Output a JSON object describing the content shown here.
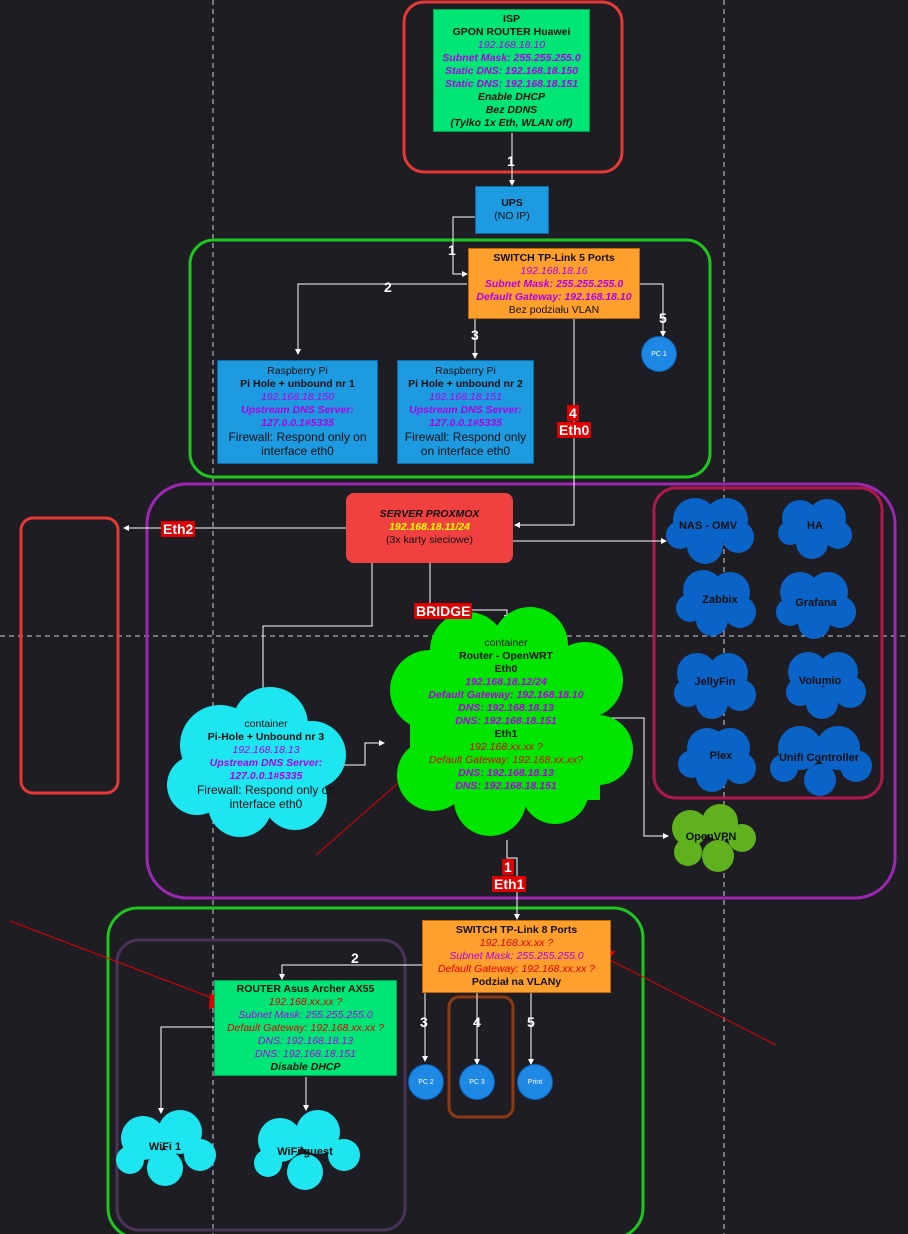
{
  "isp": {
    "lines": [
      "ISP",
      "GPON ROUTER Huawei",
      "192.168.18.10",
      "Subnet Mask: 255.255.255.0",
      "Static DNS: 192.168.18.150",
      "Static DNS: 192.168.18.151",
      "Enable DHCP",
      "Bez DDNS",
      "(Tylko 1x Eth, WLAN off)"
    ]
  },
  "ups": {
    "title": "UPS",
    "sub": "(NO IP)"
  },
  "switch5": {
    "lines": [
      "SWITCH TP-Link 5 Ports",
      "192.168.18.16",
      "Subnet Mask: 255.255.255.0",
      "Default Gateway: 192.168.18.10",
      "Bez podziału VLAN"
    ]
  },
  "pi1": {
    "lines": [
      "Raspberry Pi",
      "Pi Hole + unbound nr 1",
      "192.168.18.150",
      "Upstream DNS Server:",
      "127.0.0.1#5335",
      "Firewall: Respond only on interface eth0"
    ]
  },
  "pi2": {
    "lines": [
      "Raspberry Pi",
      "Pi Hole + unbound nr 2",
      "192.168.18.151",
      "Upstream DNS Server:",
      "127.0.0.1#5335",
      "Firewall: Respond only on interface eth0"
    ]
  },
  "pc1": "PC 1",
  "proxmox": {
    "title": "SERVER PROXMOX",
    "ip": "192.168.18.11/24",
    "sub": "(3x karty sieciowe)"
  },
  "tags": {
    "eth2": "Eth2",
    "eth0": "Eth0",
    "bridge": "BRIDGE",
    "eth1": "Eth1",
    "n4": "4",
    "n1": "1"
  },
  "nums": {
    "a": "1",
    "b": "1",
    "c": "2",
    "d": "3",
    "e": "5",
    "f": "2",
    "g": "3",
    "h": "4",
    "i": "5"
  },
  "vms": [
    "NAS - OMV",
    "HA",
    "Zabbix",
    "Grafana",
    "JellyFin",
    "Volumio",
    "Plex",
    "Unifi Controller"
  ],
  "openvpn": "OpenVPN",
  "pihole3": {
    "lines": [
      "container",
      "Pi-Hole + Unbound nr 3",
      "192.168.18.13",
      "Upstream DNS Server:",
      "127.0.0.1#5335",
      "Firewall: Respond only on interface eth0"
    ]
  },
  "openwrt": {
    "lines": [
      "container",
      "Router - OpenWRT",
      "Eth0",
      "192.168.18.12/24",
      "Default Gateway: 192.168.18.10",
      "DNS: 192.168.18.13",
      "DNS: 192.168.18.151",
      "Eth1",
      "192.168.xx.xx ?",
      "Default Gateway: 192.168.xx.xx?",
      "DNS: 192.168.18.13",
      "DNS: 192.168.18.151"
    ]
  },
  "switch8": {
    "lines": [
      "SWITCH TP-Link 8 Ports",
      "192.168.xx.xx ?",
      "Subnet Mask: 255.255.255.0",
      "Default Gateway: 192.168.xx.xx ?",
      "Podział na VLANy"
    ]
  },
  "asus": {
    "lines": [
      "ROUTER Asus Archer AX55",
      "192.168.xx.xx ?",
      "Subnet Mask: 255.255.255.0",
      "Default Gateway: 192.168.xx.xx ?",
      "DNS: 192.168.18.13",
      "DNS: 192.168.18.151",
      "Disable DHCP"
    ]
  },
  "pc2": "PC 2",
  "pc3": "PC 3",
  "print": "Print",
  "wifi1": "WiFi 1",
  "wifiguest": "WiFi guest",
  "colors": {
    "bg": "#1f1d24",
    "green": "#00e676",
    "orange": "#ff9f2e",
    "blue": "#1e9be0",
    "red": "#f04040",
    "cloudGreen": "#00e600",
    "cyan": "#1ee6f0",
    "vmBlue": "#0a63c7"
  }
}
